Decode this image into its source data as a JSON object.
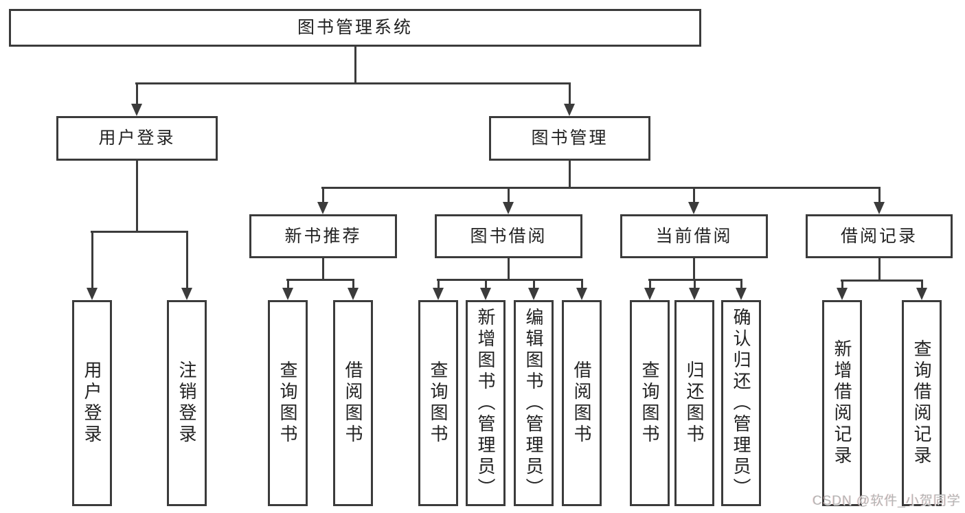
{
  "tree": {
    "root": {
      "label": "图书管理系统"
    },
    "branches": [
      {
        "label": "用户登录",
        "children": [
          {
            "label": "用户登录"
          },
          {
            "label": "注销登录"
          }
        ]
      },
      {
        "label": "图书管理",
        "children": [
          {
            "label": "新书推荐",
            "children": [
              {
                "label": "查询图书"
              },
              {
                "label": "借阅图书"
              }
            ]
          },
          {
            "label": "图书借阅",
            "children": [
              {
                "label": "查询图书"
              },
              {
                "label": "新增图书（管理员）"
              },
              {
                "label": "编辑图书（管理员）"
              },
              {
                "label": "借阅图书"
              }
            ]
          },
          {
            "label": "当前借阅",
            "children": [
              {
                "label": "查询图书"
              },
              {
                "label": "归还图书"
              },
              {
                "label": "确认归还（管理员）"
              }
            ]
          },
          {
            "label": "借阅记录",
            "children": [
              {
                "label": "新增借阅记录"
              },
              {
                "label": "查询借阅记录"
              }
            ]
          }
        ]
      }
    ]
  },
  "watermark": {
    "text": "CSDN @软件_小贺同学"
  },
  "colors": {
    "line": "#3b3b3b",
    "text": "#222222",
    "background": "#ffffff",
    "watermark": "#b5b5b5"
  }
}
